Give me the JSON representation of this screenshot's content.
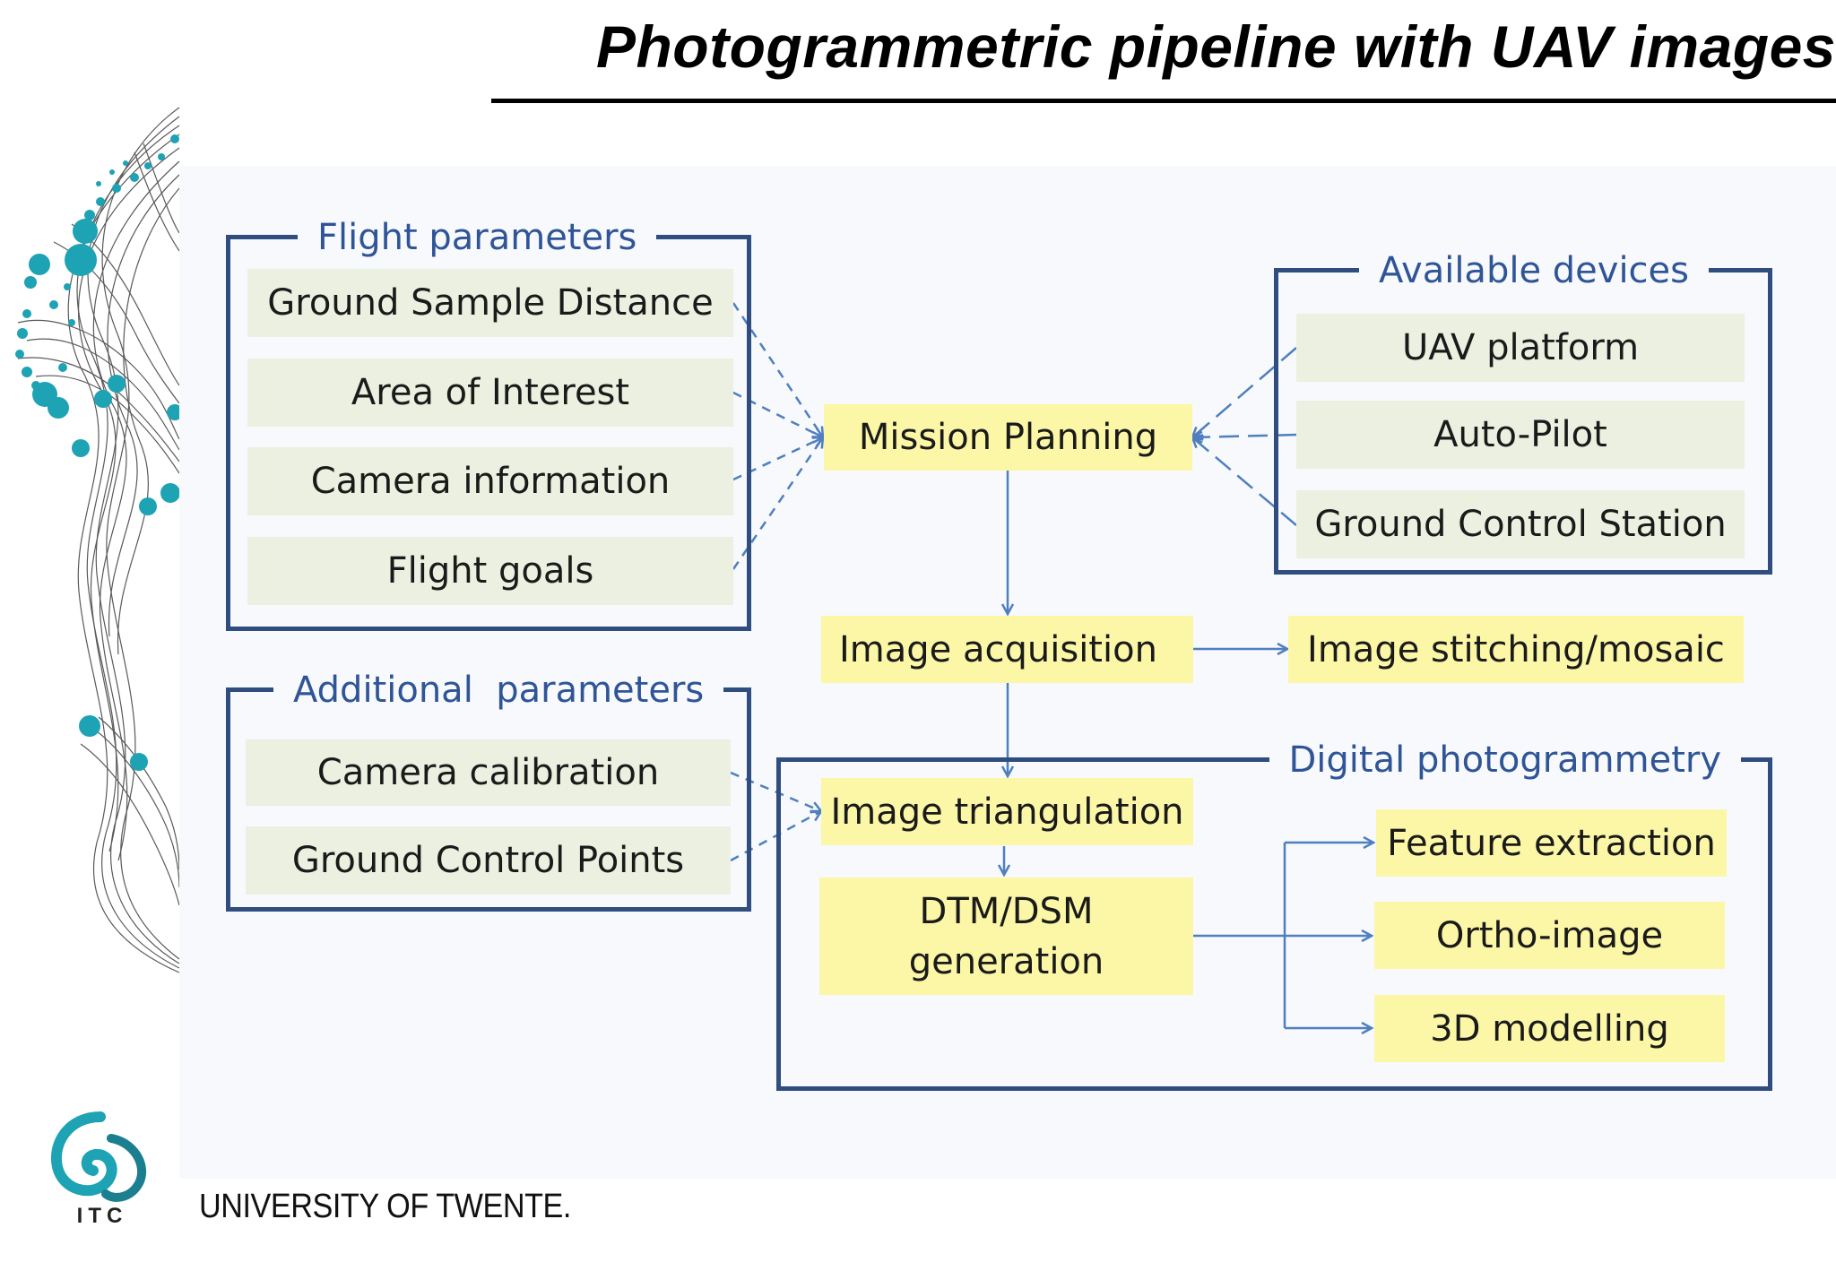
{
  "title": "Photogrammetric pipeline with UAV images",
  "groups": {
    "flight_parameters": {
      "label": "Flight parameters",
      "items": [
        "Ground Sample Distance",
        "Area of Interest",
        "Camera information",
        "Flight goals"
      ]
    },
    "available_devices": {
      "label": "Available devices",
      "items": [
        "UAV platform",
        "Auto-Pilot",
        "Ground Control Station"
      ]
    },
    "additional_parameters": {
      "label": "Additional  parameters",
      "items": [
        "Camera calibration",
        "Ground Control Points"
      ]
    },
    "digital_photogrammetry": {
      "label": "Digital photogrammetry"
    }
  },
  "process": {
    "mission_planning": "Mission Planning",
    "image_acquisition": "Image acquisition",
    "image_stitching": "Image stitching/mosaic",
    "image_triangulation": "Image triangulation",
    "dtm_dsm": "DTM/DSM generation",
    "feature_extraction": "Feature extraction",
    "ortho_image": "Ortho-image",
    "modelling_3d": "3D modelling"
  },
  "footer": {
    "university": "UNIVERSITY OF TWENTE.",
    "logo_text": "ITC"
  },
  "colors": {
    "frame": "#2f4d7e",
    "label_text": "#2f5597",
    "param_fill": "#ebf0e0",
    "process_fill": "#fcf7a6",
    "connector": "#4f7fbf",
    "accent_teal": "#1ea3b4"
  },
  "icons": [
    "itc-logo",
    "decorative-curves"
  ]
}
